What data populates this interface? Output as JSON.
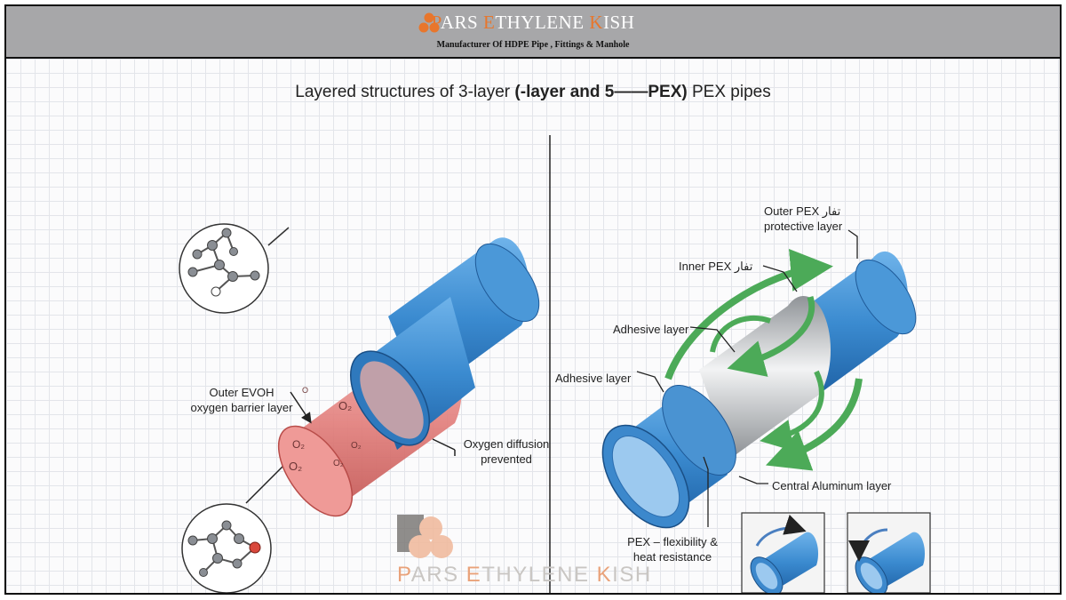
{
  "header": {
    "brand": {
      "p": "P",
      "ars": "ARS ",
      "e": "E",
      "thylene": "THYLENE ",
      "k": "K",
      "ish": "ISH"
    },
    "subtitle": "Manufacturer Of HDPE Pipe , Fittings & Manhole",
    "colors": {
      "bar": "#a7a7a9",
      "accent": "#e8762c",
      "text": "#ffffff"
    }
  },
  "diagram": {
    "title_a": "Layered structures of 3-layer ",
    "title_b": "(-layer and 5——PEX)",
    "title_c": " PEX pipes",
    "labels": {
      "outer_evoh_1": "Outer EVOH",
      "outer_evoh_2": "oxygen barrier layer",
      "oxygen_diff_1": "Oxygen diffusion",
      "oxygen_diff_2": "prevented",
      "outer_pex_1": "Outer PEX تفار",
      "outer_pex_2": "protective layer",
      "inner_pex": "Inner PEX تفار",
      "adhesive_1": "Adhesive layer",
      "adhesive_2": "Adhesive layer",
      "central_al": "Central Aluminum layer",
      "pex_flex_1": "PEX – flexibility &",
      "pex_flex_2": "heat resistance"
    },
    "o2_marks": [
      "O",
      "O₂",
      "O₂",
      "O₂",
      "O₂",
      "O₂"
    ],
    "colors": {
      "pipe_blue": "#3f8fd2",
      "evoh_red": "#e07a7a",
      "aluminum": "#c4c6c8",
      "arrow_green": "#4caa58"
    }
  },
  "watermark": {
    "p": "P",
    "ars": "ARS ",
    "e": "E",
    "thylene": "THYLENE ",
    "k": "K",
    "ish": "ISH"
  }
}
